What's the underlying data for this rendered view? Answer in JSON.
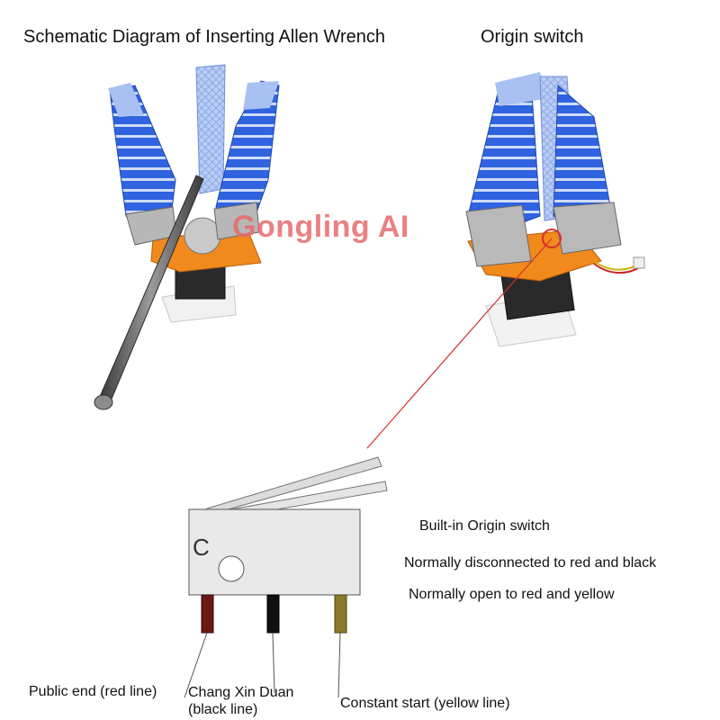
{
  "titles": {
    "left": "Schematic Diagram of Inserting Allen Wrench",
    "right": "Origin switch"
  },
  "watermark": "Gongling AI",
  "switch_notes": {
    "line1": "Built-in Origin switch",
    "line2": "Normally disconnected to red and black",
    "line3": "Normally open to red and yellow"
  },
  "pins": {
    "red_label": "Public end (red line)",
    "black_label_1": "Chang Xin Duan",
    "black_label_2": "(black line)",
    "yellow_label": "Constant start (yellow line)"
  },
  "colors": {
    "finger_blue": "#2f63e0",
    "finger_pad": "#a9c1f2",
    "mount_orange": "#f08a1c",
    "pin_red": "#6b1a12",
    "pin_black": "#111111",
    "pin_yellow": "#8a7a2a",
    "pointer_line": "#d23030"
  }
}
